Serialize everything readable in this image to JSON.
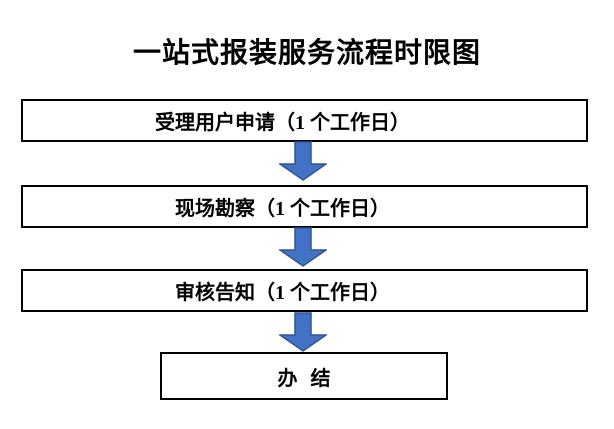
{
  "title": "一站式报装服务流程时限图",
  "flow": {
    "steps": [
      {
        "label": "受理用户申请（1 个工作日）"
      },
      {
        "label": "现场勘察（1 个工作日）"
      },
      {
        "label": "审核告知（1 个工作日）"
      },
      {
        "label": "办 结"
      }
    ]
  },
  "colors": {
    "background": "#FFFFFF",
    "text": "#000000",
    "box_border": "#000000",
    "arrow_fill": "#4472C4",
    "arrow_stroke": "#2F5597"
  }
}
